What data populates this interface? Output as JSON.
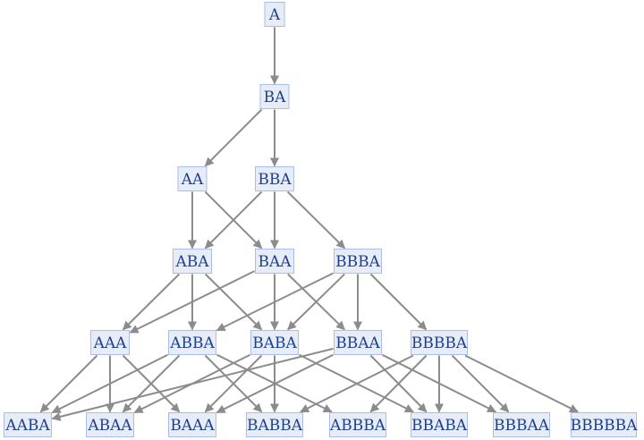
{
  "nodes": [
    {
      "id": "A",
      "label": "A"
    },
    {
      "id": "BA",
      "label": "BA"
    },
    {
      "id": "AA",
      "label": "AA"
    },
    {
      "id": "BBA",
      "label": "BBA"
    },
    {
      "id": "ABA",
      "label": "ABA"
    },
    {
      "id": "BAA",
      "label": "BAA"
    },
    {
      "id": "BBBA",
      "label": "BBBA"
    },
    {
      "id": "AAA",
      "label": "AAA"
    },
    {
      "id": "ABBA",
      "label": "ABBA"
    },
    {
      "id": "BABA",
      "label": "BABA"
    },
    {
      "id": "BBAA",
      "label": "BBAA"
    },
    {
      "id": "BBBBA",
      "label": "BBBBA"
    },
    {
      "id": "AABA",
      "label": "AABA"
    },
    {
      "id": "ABAA",
      "label": "ABAA"
    },
    {
      "id": "BAAA",
      "label": "BAAA"
    },
    {
      "id": "BABBA",
      "label": "BABBA"
    },
    {
      "id": "ABBBA",
      "label": "ABBBA"
    },
    {
      "id": "BBABA",
      "label": "BBABA"
    },
    {
      "id": "BBBAA",
      "label": "BBBAA"
    },
    {
      "id": "BBBBBA",
      "label": "BBBBBA"
    }
  ],
  "edges": [
    [
      "A",
      "BA"
    ],
    [
      "BA",
      "AA"
    ],
    [
      "BA",
      "BBA"
    ],
    [
      "AA",
      "ABA"
    ],
    [
      "AA",
      "BAA"
    ],
    [
      "BBA",
      "ABA"
    ],
    [
      "BBA",
      "BAA"
    ],
    [
      "BBA",
      "BBBA"
    ],
    [
      "ABA",
      "AAA"
    ],
    [
      "ABA",
      "ABBA"
    ],
    [
      "ABA",
      "BABA"
    ],
    [
      "BAA",
      "AAA"
    ],
    [
      "BAA",
      "BABA"
    ],
    [
      "BAA",
      "BBAA"
    ],
    [
      "BBBA",
      "ABBA"
    ],
    [
      "BBBA",
      "BABA"
    ],
    [
      "BBBA",
      "BBAA"
    ],
    [
      "BBBA",
      "BBBBA"
    ],
    [
      "AAA",
      "AABA"
    ],
    [
      "AAA",
      "ABAA"
    ],
    [
      "AAA",
      "BAAA"
    ],
    [
      "ABBA",
      "AABA"
    ],
    [
      "ABBA",
      "ABAA"
    ],
    [
      "ABBA",
      "BABBA"
    ],
    [
      "ABBA",
      "ABBBA"
    ],
    [
      "BABA",
      "ABAA"
    ],
    [
      "BABA",
      "BAAA"
    ],
    [
      "BABA",
      "BABBA"
    ],
    [
      "BABA",
      "BBABA"
    ],
    [
      "BBAA",
      "AABA"
    ],
    [
      "BBAA",
      "BAAA"
    ],
    [
      "BBAA",
      "BBABA"
    ],
    [
      "BBAA",
      "BBBAA"
    ],
    [
      "BBBBA",
      "BABBA"
    ],
    [
      "BBBBA",
      "ABBBA"
    ],
    [
      "BBBBA",
      "BBABA"
    ],
    [
      "BBBBA",
      "BBBAA"
    ],
    [
      "BBBBA",
      "BBBBBA"
    ]
  ]
}
